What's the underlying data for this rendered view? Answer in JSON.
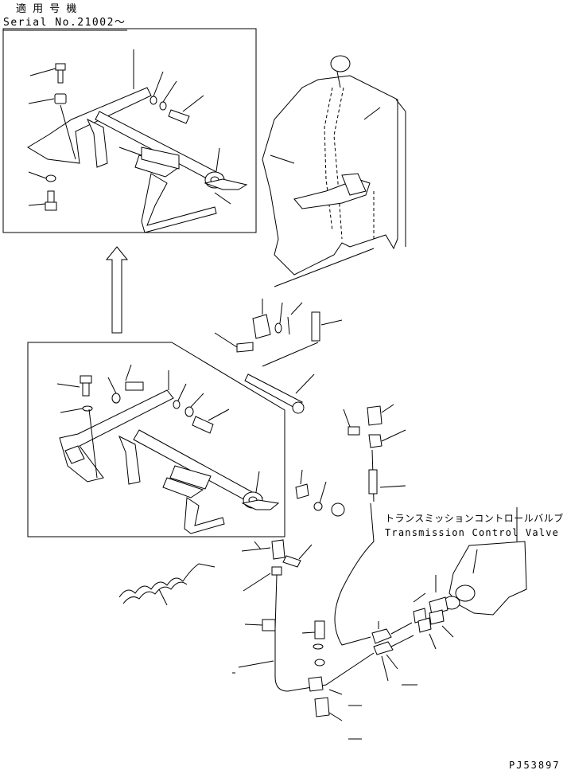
{
  "header": {
    "applicable_label": "適 用 号 機",
    "serial_label": "Serial No.21002～"
  },
  "callout": {
    "jp": "トランスミッションコントロールバルブ",
    "en": "Transmission Control Valve"
  },
  "footer": {
    "code": "PJ53897"
  }
}
